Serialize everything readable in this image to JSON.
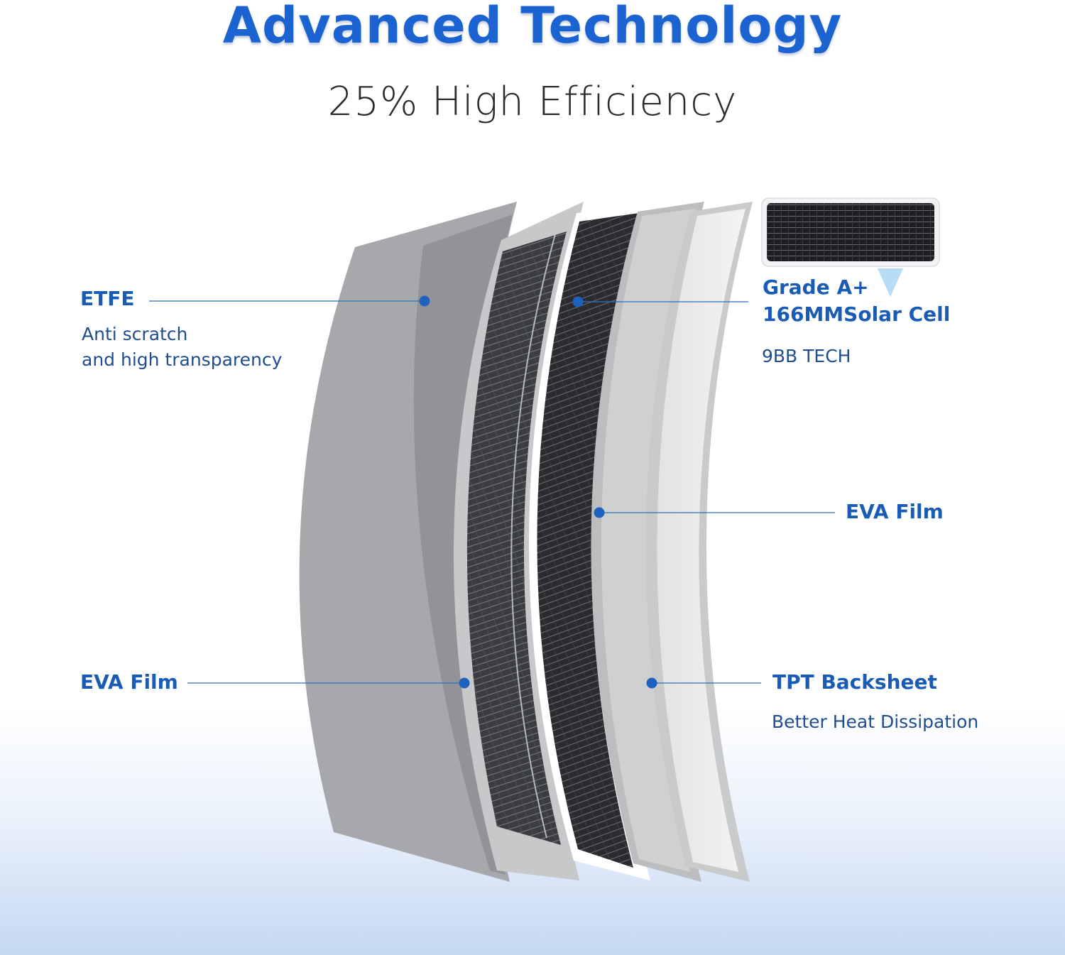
{
  "header": {
    "title": "Advanced Technology",
    "subtitle": "25% High Efficiency"
  },
  "callouts": {
    "etfe": {
      "name": "ETFE",
      "desc_line1": "Anti scratch",
      "desc_line2": "and high transparency"
    },
    "eva_left": {
      "name": "EVA Film"
    },
    "solar_cell": {
      "name_line1": "Grade A+",
      "name_line2": "166MMSolar Cell",
      "desc": "9BB TECH"
    },
    "eva_right": {
      "name": "EVA Film"
    },
    "tpt": {
      "name": "TPT Backsheet",
      "desc": "Better Heat Dissipation"
    }
  },
  "colors": {
    "accent": "#1a63d0",
    "label_blue": "#1a5cb5",
    "leader_line": "#2d6fb8"
  }
}
